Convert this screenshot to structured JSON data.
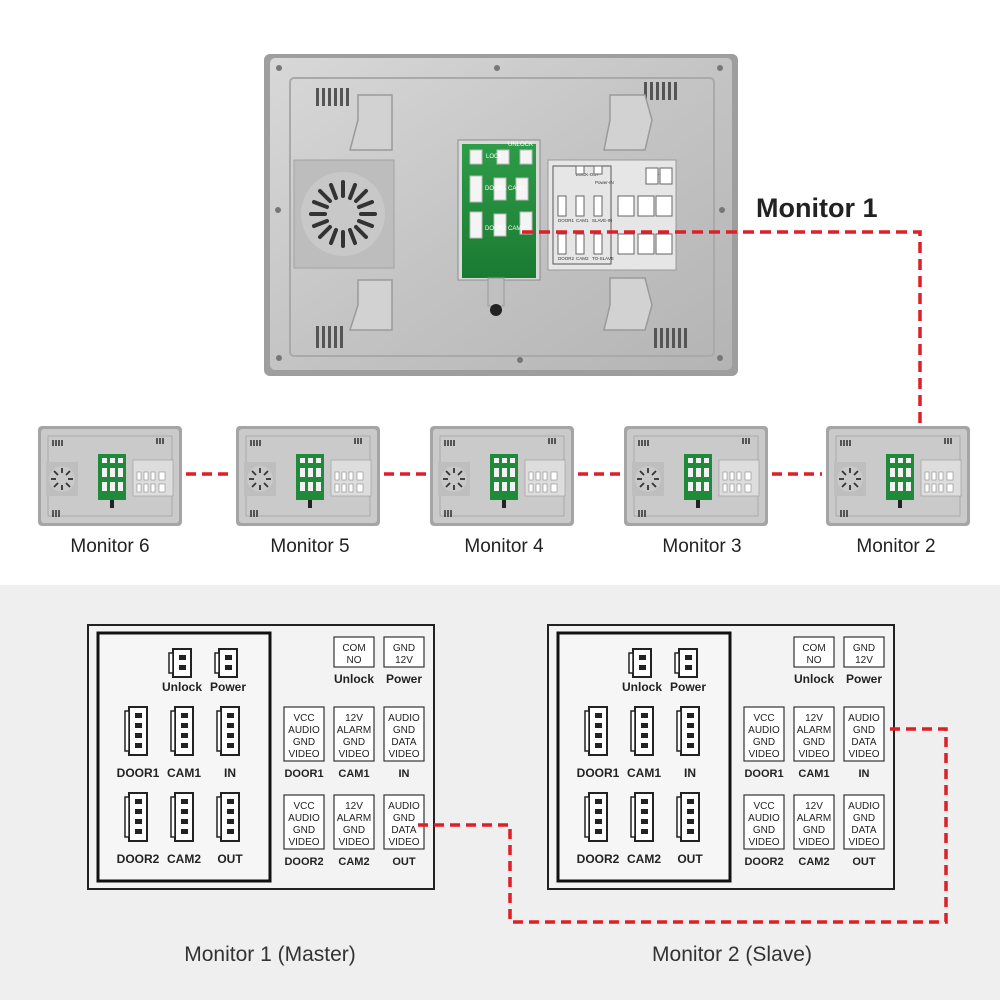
{
  "top": {
    "master_label": "Monitor 1",
    "pcb_labels": {
      "lock": "LOCK",
      "unlock": "UNLOCK",
      "cam1": "CAM1",
      "door1": "DOOR1",
      "cam2": "CAM2",
      "door2": "DOOR2"
    },
    "pcb_legend": {
      "lock_out": "LOCK-OUT",
      "power_in": "Power-IN",
      "gnd": "GND",
      "v12": "12V",
      "door1": "DOOR1",
      "cam1": "CAM1",
      "slave_in": "SLAVE-IN",
      "door2": "DOOR2",
      "cam2": "CAM2",
      "to_slave": "TO-SLAVE"
    },
    "small_monitors": [
      {
        "label": "Monitor 6"
      },
      {
        "label": "Monitor 5"
      },
      {
        "label": "Monitor 4"
      },
      {
        "label": "Monitor 3"
      },
      {
        "label": "Monitor 2"
      }
    ]
  },
  "panels": {
    "master_caption": "Monitor 1 (Master)",
    "slave_caption": "Monitor 2 (Slave)",
    "connectors": {
      "unlock": "Unlock",
      "power": "Power",
      "door1": "DOOR1",
      "cam1": "CAM1",
      "in": "IN",
      "door2": "DOOR2",
      "cam2": "CAM2",
      "out": "OUT"
    },
    "spec_boxes": {
      "unlock_box": [
        "COM",
        "NO"
      ],
      "power_box": [
        "GND",
        "12V"
      ],
      "door_box": [
        "VCC",
        "AUDIO",
        "GND",
        "VIDEO"
      ],
      "cam_box": [
        "12V",
        "ALARM",
        "GND",
        "VIDEO"
      ],
      "bus_box": [
        "AUDIO",
        "GND",
        "DATA",
        "VIDEO"
      ]
    }
  },
  "colors": {
    "wire": "#e01e25",
    "pcb": "#1f8a3a",
    "housing": "#c9c9c9"
  }
}
